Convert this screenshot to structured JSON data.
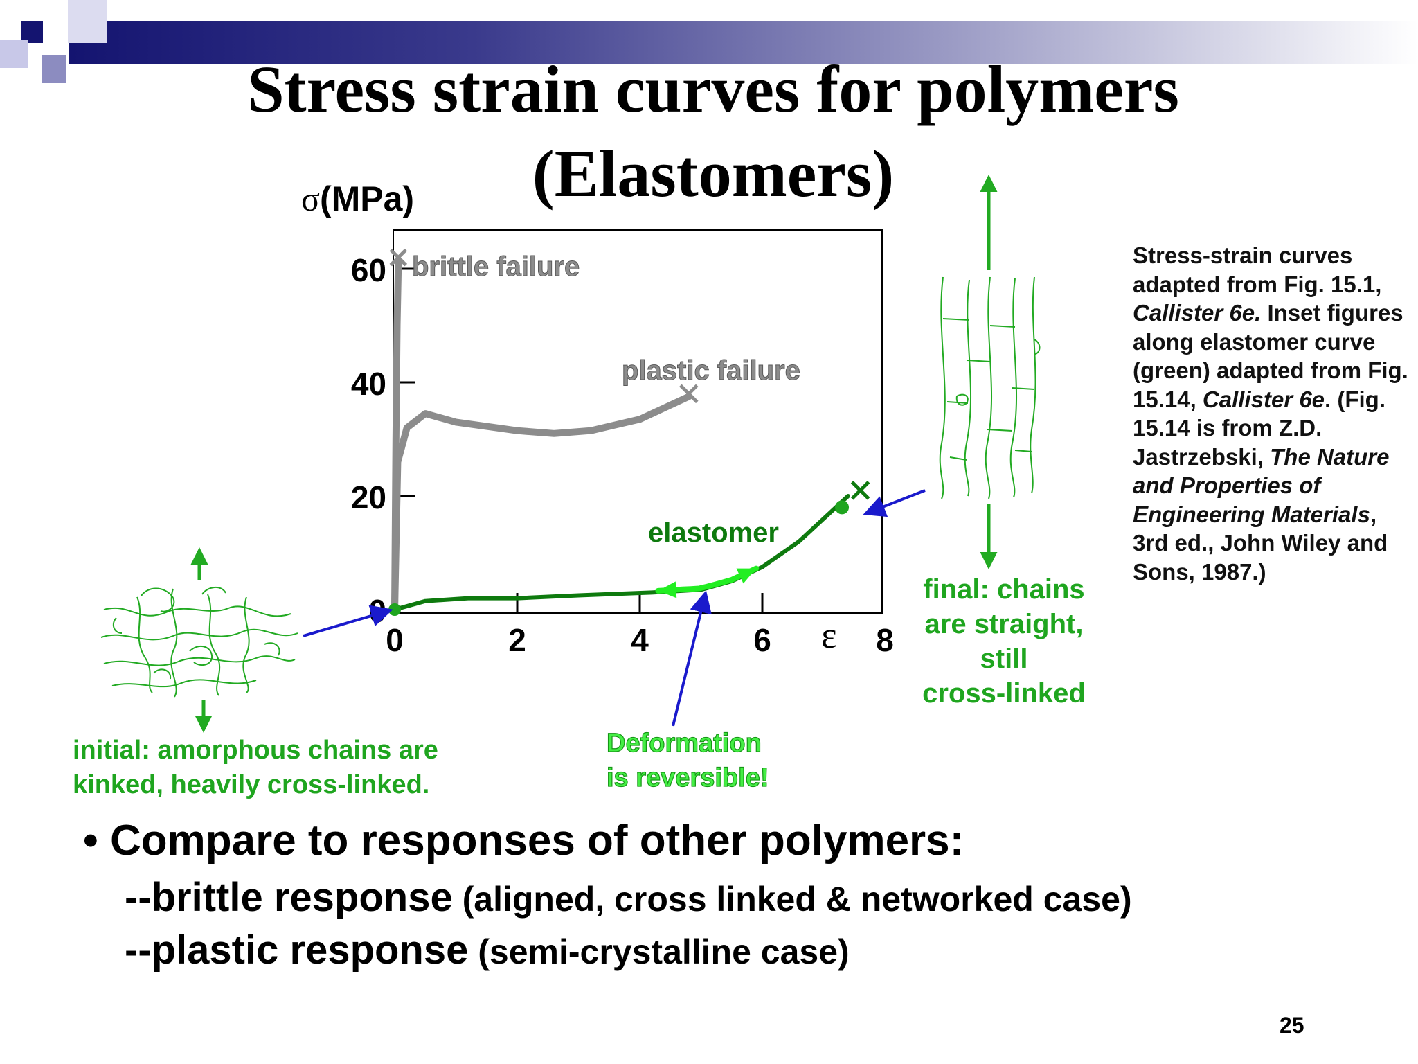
{
  "slide": {
    "title_line1": "Stress strain curves for polymers",
    "title_line2": "(Elastomers)",
    "page_number": "25"
  },
  "colors": {
    "brittle": "#8c8c8c",
    "plastic": "#8c8c8c",
    "elastomer": "#0e7a0e",
    "reversible": "#22ee22",
    "arrow_blue": "#1a1acc",
    "inset_green": "#22aa22",
    "header_dark": "#141470"
  },
  "chart_data": {
    "type": "line",
    "ylabel_symbol": "σ",
    "ylabel_unit": "(MPa)",
    "xlabel": "ε",
    "xlim": [
      0,
      8
    ],
    "ylim": [
      0,
      65
    ],
    "x_ticks": [
      "0",
      "2",
      "4",
      "6",
      "8"
    ],
    "y_ticks": [
      "0",
      "20",
      "40",
      "60"
    ],
    "grid": false,
    "series": [
      {
        "key": "brittle",
        "label": "brittle failure",
        "points": [
          [
            0,
            0
          ],
          [
            0.02,
            30
          ],
          [
            0.04,
            50
          ],
          [
            0.06,
            61
          ]
        ],
        "failure": [
          0.06,
          62
        ]
      },
      {
        "key": "plastic",
        "label": "plastic failure",
        "points": [
          [
            0,
            0
          ],
          [
            0.05,
            26
          ],
          [
            0.2,
            32
          ],
          [
            0.5,
            34.5
          ],
          [
            1,
            33
          ],
          [
            2,
            31.5
          ],
          [
            2.6,
            31
          ],
          [
            3.2,
            31.5
          ],
          [
            4,
            33.5
          ],
          [
            4.4,
            35.5
          ],
          [
            4.8,
            37.5
          ]
        ],
        "failure": [
          4.8,
          38
        ]
      },
      {
        "key": "elastomer",
        "label": "elastomer",
        "points": [
          [
            0,
            0
          ],
          [
            0.5,
            1.5
          ],
          [
            1.2,
            2
          ],
          [
            2,
            2
          ],
          [
            3,
            2.5
          ],
          [
            4.2,
            3
          ],
          [
            5,
            3.5
          ],
          [
            5.5,
            5
          ],
          [
            6,
            7.5
          ],
          [
            6.6,
            12
          ],
          [
            7.0,
            16
          ],
          [
            7.2,
            18
          ],
          [
            7.4,
            20
          ]
        ],
        "failure": [
          7.6,
          21
        ]
      }
    ],
    "reversible_segment": {
      "x_start": 4.3,
      "x_end": 5.9
    },
    "marked_point": [
      7.3,
      18
    ]
  },
  "credit": {
    "line1": "Stress-strain curves adapted from Fig. 15.1, ",
    "ital1": "Callister 6e.",
    "line2": " Inset figures along elastomer curve (green) adapted from Fig. 15.14, ",
    "ital2": "Callister 6e",
    "line3": ".  (Fig. 15.14 is from Z.D. Jastrzebski, ",
    "ital3": "The Nature and Properties of Engineering Materials",
    "line4": ", 3rd ed., John Wiley and Sons, 1987.)"
  },
  "captions": {
    "final_l1": "final:  chains",
    "final_l2": "are straight,",
    "final_l3": "still",
    "final_l4": "cross-linked",
    "initial_l1": "initial:  amorphous chains are",
    "initial_l2": "kinked, heavily cross-linked.",
    "deform_l1": "Deformation",
    "deform_l2": "is reversible!"
  },
  "bullets": {
    "main": "Compare to responses of other polymers:",
    "sub1_big": "--brittle response",
    "sub1_small": " (aligned, cross linked & networked case)",
    "sub2_big": "--plastic response",
    "sub2_small": " (semi-crystalline case)"
  }
}
